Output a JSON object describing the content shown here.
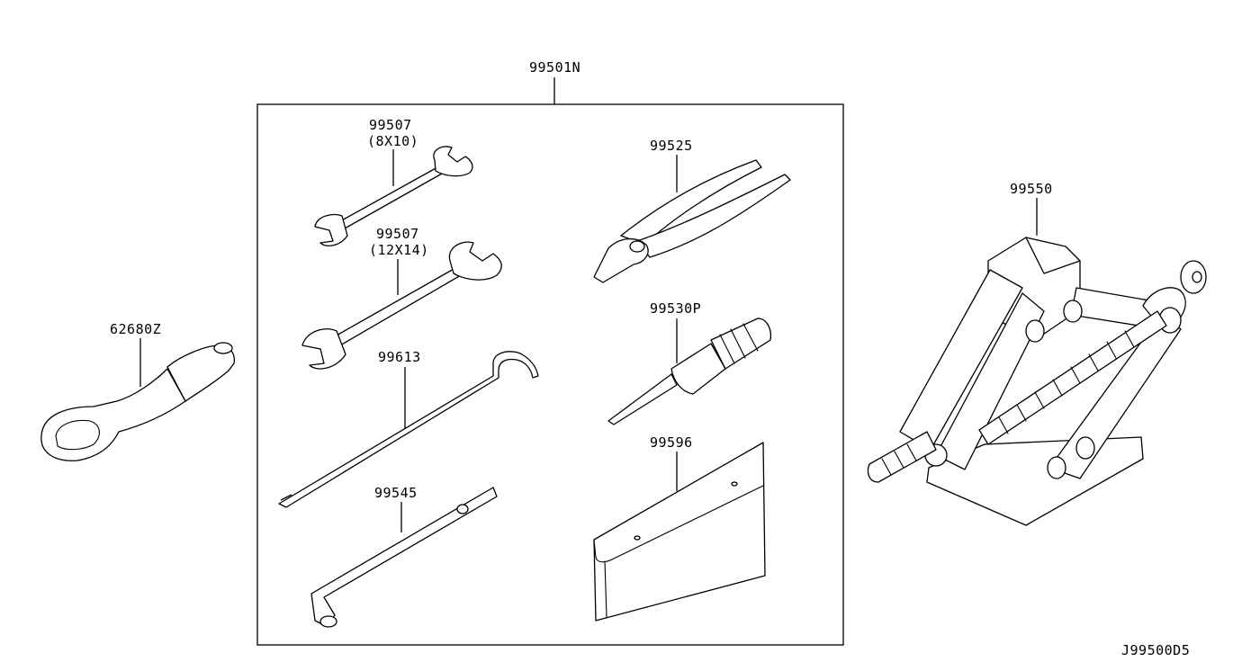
{
  "diagram": {
    "kit_part_number": "99501N",
    "drawing_code": "J99500D5",
    "parts": [
      {
        "id": "wrench-small",
        "number": "99507",
        "spec": "(8X10)"
      },
      {
        "id": "wrench-large",
        "number": "99507",
        "spec": "(12X14)"
      },
      {
        "id": "pliers",
        "number": "99525"
      },
      {
        "id": "screwdriver",
        "number": "99530P"
      },
      {
        "id": "jack-handle-rod",
        "number": "99613"
      },
      {
        "id": "wheel-wrench",
        "number": "99545"
      },
      {
        "id": "tool-bag",
        "number": "99596"
      },
      {
        "id": "tow-hook",
        "number": "62680Z"
      },
      {
        "id": "jack",
        "number": "99550"
      }
    ]
  }
}
